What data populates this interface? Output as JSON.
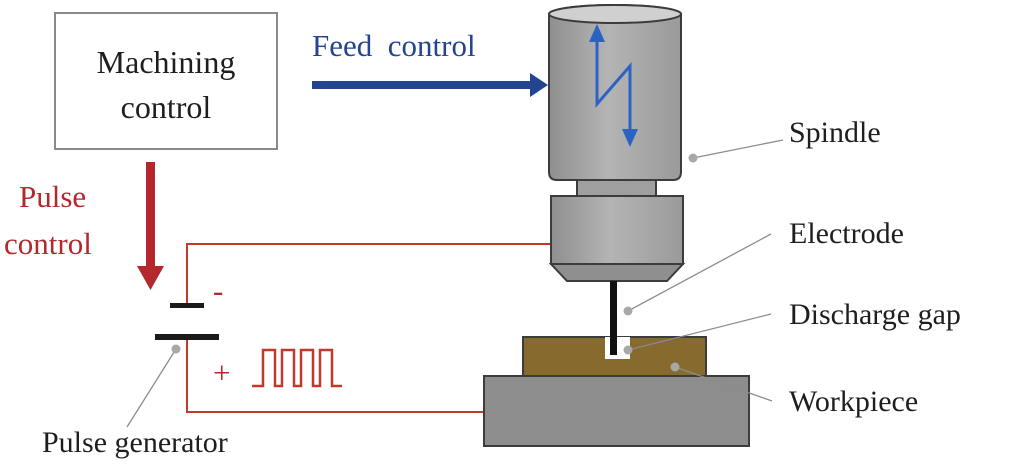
{
  "machining_box": {
    "line1": "Machining",
    "line2": "control"
  },
  "feed_label": "Feed  control",
  "pulse_label": {
    "line1": "Pulse",
    "line2": "control"
  },
  "callouts": {
    "spindle": "Spindle",
    "electrode": "Electrode",
    "discharge_gap": "Discharge gap",
    "workpiece": "Workpiece",
    "pulse_generator": "Pulse generator"
  },
  "polarity": {
    "negative": "-",
    "positive": "+"
  },
  "colors": {
    "feed_arrow": "#23448f",
    "pulse_arrow": "#b3272d",
    "circuit_wire": "#c0392b",
    "spindle_body": "#a9a9a9",
    "workpiece_block": "#866a2e",
    "base_block": "#8d8d8d",
    "callout_line": "#8c8c8c"
  },
  "icons": {
    "feed_motion": "up-down-zigzag-arrow-icon",
    "pulse_waveform": "square-wave-icon",
    "battery": "battery-symbol-icon"
  }
}
